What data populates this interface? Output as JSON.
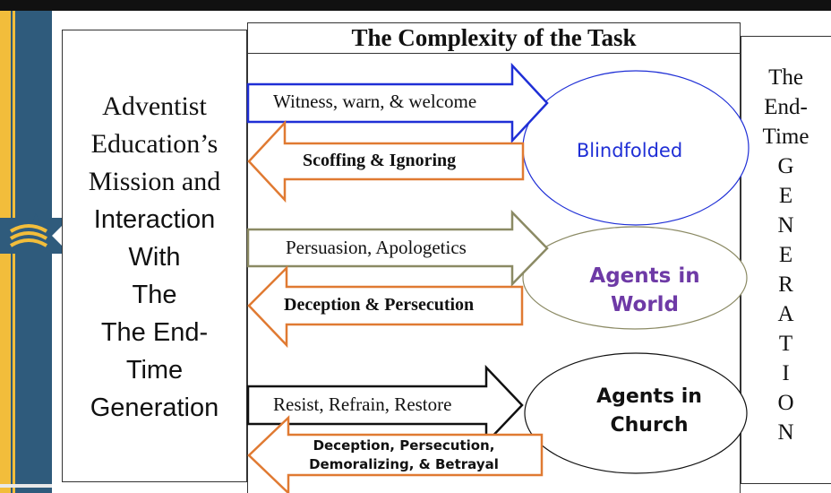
{
  "colors": {
    "blue": "#1f2fd6",
    "orange": "#e07a32",
    "olive": "#8b8a64",
    "black": "#111111",
    "purple": "#6e3aa6",
    "sidebar_blue": "#2f5b7c",
    "sidebar_gold": "#f2bd3b"
  },
  "left_panel": {
    "lines": [
      "Adventist",
      "Education’s",
      "Mission and",
      "Interaction",
      "With",
      "The",
      "The End-",
      "Time",
      "Generation"
    ]
  },
  "title": "The Complexity of the Task",
  "right_panel": {
    "lines": [
      "The",
      "End-",
      "Time",
      "G",
      "E",
      "N",
      "E",
      "R",
      "A",
      "T",
      "I",
      "O",
      "N"
    ]
  },
  "rows": [
    {
      "outgoing": "Witness, warn, & welcome",
      "incoming": "Scoffing & Ignoring",
      "group": "Blindfolded",
      "outgoing_color": "#1f2fd6",
      "ellipse_color": "#1f2fd6",
      "label_color": "#1f2fd6"
    },
    {
      "outgoing": "Persuasion, Apologetics",
      "incoming": "Deception & Persecution",
      "group": [
        "Agents in",
        "World"
      ],
      "outgoing_color": "#8b8a64",
      "ellipse_color": "#8b8a64",
      "label_color": "#6e3aa6"
    },
    {
      "outgoing": "Resist, Refrain, Restore",
      "incoming": [
        "Deception, Persecution,",
        "Demoralizing,  & Betrayal"
      ],
      "group": [
        "Agents in",
        "Church"
      ],
      "outgoing_color": "#111111",
      "ellipse_color": "#111111",
      "label_color": "#111111"
    }
  ],
  "logo": {
    "icon": "star-book-logo-icon"
  }
}
